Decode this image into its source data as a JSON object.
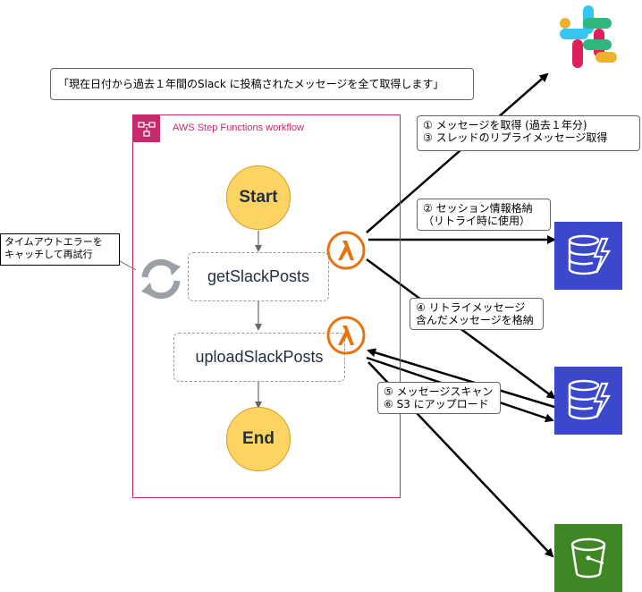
{
  "top_note": "「現在日付から過去１年間のSlack に投稿されたメッセージを全て取得します」",
  "workflow": {
    "title": "AWS Step Functions workflow",
    "start_label": "Start",
    "end_label": "End",
    "task1_label": "getSlackPosts",
    "task2_label": "uploadSlackPosts"
  },
  "retry_note": "タイムアウトエラーを\nキャッチして再試行",
  "notes": {
    "n1": "① メッセージを取得 (過去１年分)\n③ スレッドのリプライメッセージ取得",
    "n2": "② セッション情報格納\n（リトライ時に使用）",
    "n3": "④ リトライメッセージ\n含んだメッセージを格納",
    "n4": "⑤ メッセージスキャン\n⑥ S3 にアップロード"
  },
  "icons": {
    "slack": "slack-logo-icon",
    "lambda": "lambda-icon",
    "dynamodb": "dynamodb-icon",
    "s3": "s3-bucket-icon",
    "retry": "retry-arrows-icon"
  },
  "colors": {
    "workflow_border": "#c7296d",
    "state_fill": "#fdd364",
    "lambda": "#e7730f",
    "dynamodb": "#3b48cc",
    "s3": "#3f8624"
  }
}
